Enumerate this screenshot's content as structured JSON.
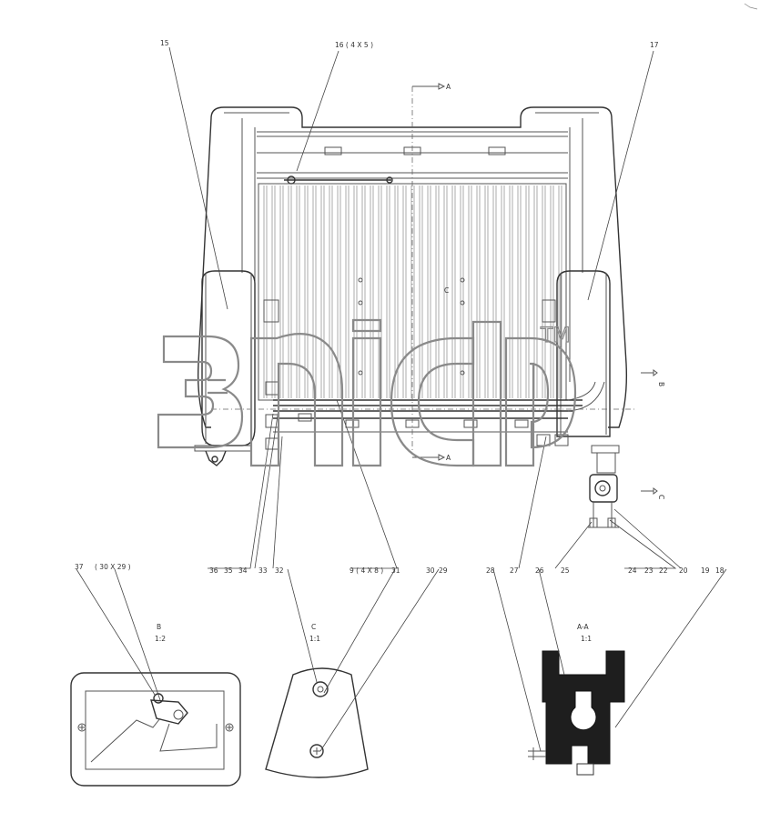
{
  "callouts": {
    "c15": "15",
    "c16": "16 ( 4 X 5 )",
    "c17": "17",
    "c36": "36",
    "c35": "35",
    "c34": "34",
    "c33": "33",
    "c32": "32",
    "c9": "9 ( 4 X 8 )",
    "c31": "31",
    "c30": "30",
    "c29": "29",
    "c28": "28",
    "c27": "27",
    "c26": "26",
    "c25": "25",
    "c24": "24",
    "c23": "23",
    "c22": "22",
    "c20": "20",
    "c19": "19",
    "c18": "18",
    "c37": "37",
    "c30x29": "( 30 X 29 )"
  },
  "section_marks": {
    "a_top": "A",
    "a_bottom": "A",
    "b_side": "B",
    "c_side": "C",
    "c_center": "C"
  },
  "views": {
    "b_letter": "B",
    "b_scale": "1:2",
    "c_letter": "C",
    "c_scale": "1:1",
    "a_letter": "A-A",
    "a_scale": "1:1"
  },
  "watermark": {
    "tm": "TM"
  },
  "colors": {
    "line": "#555555",
    "watermark": "#8a8a8a",
    "dark_fill": "#1e1e1e"
  }
}
